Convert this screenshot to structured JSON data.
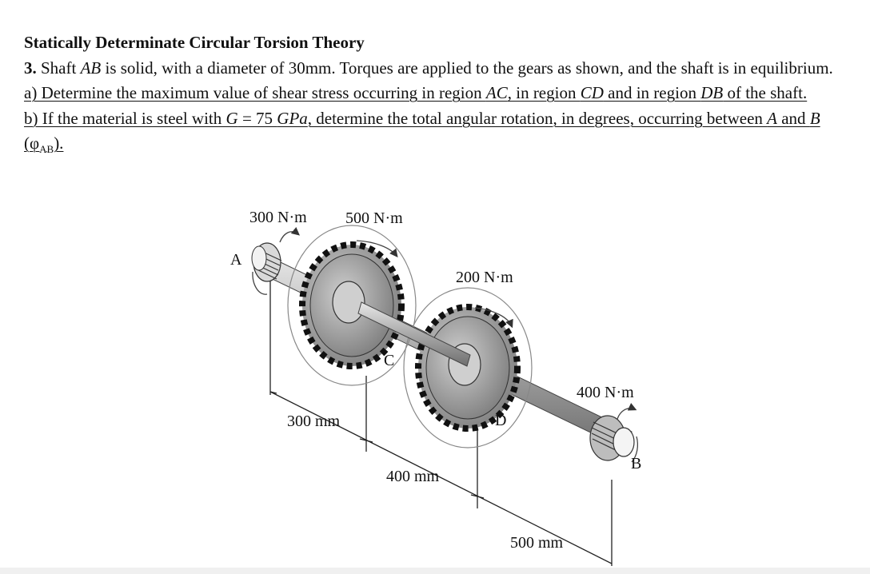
{
  "heading": "Statically Determinate Circular Torsion Theory",
  "problem": {
    "number": "3.",
    "p1": " Shaft ",
    "p1_em": "AB",
    "p2": " is solid, with a diameter of 30mm.  Torques are applied to the gears as shown, and the shaft is in equilibrium."
  },
  "part_a": {
    "t1": "a)  Determine the maximum value of shear stress occurring in region ",
    "em1": "AC",
    "t2": ", in region ",
    "em2": "CD",
    "t3": " and in region ",
    "em3": "DB",
    "t4": " of the shaft."
  },
  "part_b": {
    "t1": "b)  If the material is steel with ",
    "em1": "G",
    "t2": " = 75 ",
    "em2": "GPa",
    "t3": ", determine the total angular rotation, in degrees, occurring between ",
    "em3": "A",
    "t4": " and ",
    "em4": "B",
    "t5": " (φ",
    "sub": "AB",
    "t6": ")."
  },
  "figure": {
    "torque_a": "300 N·m",
    "torque_c": "500 N·m",
    "torque_d": "200 N·m",
    "torque_b": "400 N·m",
    "label_a": "A",
    "label_c": "C",
    "label_d": "D",
    "label_b": "B",
    "dim_ac": "300 mm",
    "dim_cd": "400 mm",
    "dim_db": "500 mm"
  }
}
